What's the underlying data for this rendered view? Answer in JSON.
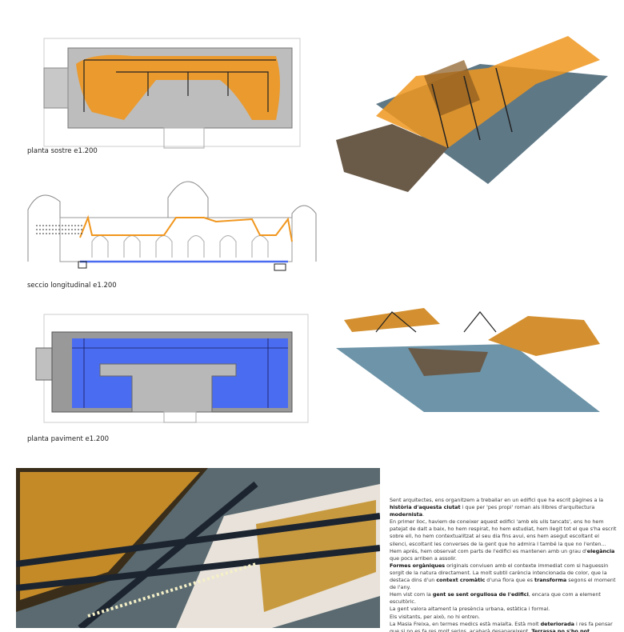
{
  "captions": {
    "roof_plan": "planta sostre e1.200",
    "section": "seccio longitudinal e1.200",
    "floor_plan": "planta paviment e1.200"
  },
  "colors": {
    "orange": "#f0961e",
    "blue": "#4a6cf0",
    "grey": "#bdbdbd",
    "slate": "#5e7886",
    "brown": "#6a5a48"
  },
  "text": [
    [
      {
        "t": "Sent arquitectes, ens organitzem a treballar en un edifici que ha escrit pàgines a la "
      },
      {
        "t": "història d'aquesta ciutat",
        "b": true
      },
      {
        "t": " i que per 'pes propi' roman als llibres d'arquitectura "
      },
      {
        "t": "modernista",
        "b": true
      },
      {
        "t": "."
      }
    ],
    [
      {
        "t": "En primer lloc, haviem de coneixer aquest edifici 'amb els ulls tancats', ens ho hem patejat de dalt a baix, ho hem respirat, ho hem estudiat, hem llegit tot el que s'ha escrit sobre ell, ho hem contextualitzat al seu dia fins avui, ens hem asegut escoltant el silenci, escoltant les converses de la gent que ho admira I també la que no l'enten..."
      }
    ],
    [
      {
        "t": "Hem aprés, hem observat com parts de l'edifici es mantenen amb un grau d'"
      },
      {
        "t": "elegància",
        "b": true
      },
      {
        "t": " que pocs arriben a assolir."
      }
    ],
    [
      {
        "t": "Formes orgàniques",
        "b": true
      },
      {
        "t": " originals conviuen amb el contexte immediat com si haguessin sorgit de la natura directament. La molt subtil carència intencionada de color, que la destaca dins d'un "
      },
      {
        "t": "context cromàtic",
        "b": true
      },
      {
        "t": " d'una flora que es "
      },
      {
        "t": "transforma",
        "b": true
      },
      {
        "t": " segons el moment de l'any."
      }
    ],
    [
      {
        "t": "Hem vist com la "
      },
      {
        "t": "gent se sent orgullosa de l'edifici",
        "b": true
      },
      {
        "t": ", encara que com a element escultòric."
      }
    ],
    [
      {
        "t": "La gent valora altament la presència urbana, estàtica i formal."
      }
    ],
    [
      {
        "t": "Els visitants, per això, no hi entren."
      }
    ],
    [
      {
        "t": "La Masia Freixa, en termes medics està malalta. Està molt "
      },
      {
        "t": "deteriorada",
        "b": true
      },
      {
        "t": " i res fa pensar que si no es fa res molt serios, acabarà desapareixent. "
      },
      {
        "t": "Terrassa no s'ho pot permetre.",
        "b": true
      }
    ]
  ]
}
